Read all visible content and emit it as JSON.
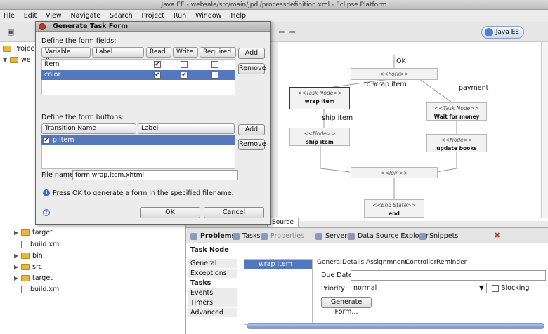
{
  "window": {
    "title": "Java EE - websale/src/main/jpdl/processdefinition.xml - Eclipse Platform"
  },
  "menu": [
    "File",
    "Edit",
    "View",
    "Navigate",
    "Search",
    "Project",
    "Run",
    "Window",
    "Help"
  ],
  "perspective": {
    "label": "Java EE"
  },
  "project_explorer": {
    "tab_label": "Projec",
    "items": [
      {
        "label": "we"
      },
      {
        "label": "target"
      },
      {
        "label": "build.xml"
      },
      {
        "label": "bin"
      },
      {
        "label": "src"
      },
      {
        "label": "target"
      },
      {
        "label": "build.xml"
      }
    ]
  },
  "dialog": {
    "title": "Generate Task Form",
    "fields_label": "Define the form fields:",
    "fields_headers": [
      "Variable Name",
      "Label",
      "Read",
      "Write",
      "Required"
    ],
    "fields_rows": [
      {
        "name": "item",
        "read": true,
        "write": false,
        "required": false
      },
      {
        "name": "color",
        "read": true,
        "write": true,
        "required": false
      }
    ],
    "add_label": "Add",
    "remove_label": "Remove",
    "buttons_label": "Define the form buttons:",
    "buttons_headers": [
      "Transition Name",
      "Label"
    ],
    "buttons_rows": [
      {
        "name": "p item"
      }
    ],
    "file_label": "File name:",
    "file_value": "form.wrap.item.xhtml",
    "info": "Press OK to generate a form in the specified filename.",
    "ok": "OK",
    "cancel": "Cancel"
  },
  "diagram": {
    "nodes": {
      "fork": {
        "kind": "<<Fork>>"
      },
      "wrap": {
        "kind": "<<Task Node>>",
        "name": "wrap item"
      },
      "wait": {
        "kind": "<<Task Node>>",
        "name": "Wait for money"
      },
      "ship": {
        "kind": "<<Node>>",
        "name": "ship item"
      },
      "update": {
        "kind": "<<Node>>",
        "name": "update books"
      },
      "join": {
        "kind": "<<Join>>"
      },
      "end": {
        "kind": "<<End State>>",
        "name": "end"
      }
    },
    "transitions": {
      "ok": "OK",
      "to_wrap": "to wrap item",
      "payment": "payment",
      "ship": "ship item"
    },
    "source_tab": "Source"
  },
  "views": {
    "tabs": [
      "Problems",
      "Tasks",
      "Properties",
      "Servers",
      "Data Source Explorer",
      "Snippets"
    ],
    "title": "Task Node",
    "side_tabs": [
      "General",
      "Exceptions",
      "Tasks",
      "Events",
      "Timers",
      "Advanced"
    ],
    "task_item": "wrap item",
    "detail_tabs": [
      "General",
      "Details",
      "Assignmnent",
      "Controller",
      "Reminder"
    ],
    "due_date_label": "Due Date",
    "priority_label": "Priority",
    "priority_value": "normal",
    "blocking_label": "Blocking",
    "generate_button": "Generate Form..."
  }
}
